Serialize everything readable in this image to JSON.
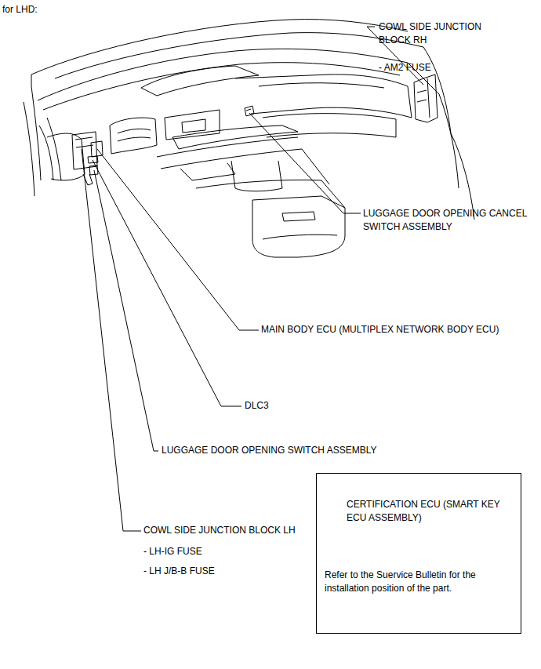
{
  "diagram": {
    "title": "for LHD:",
    "nodes": [
      {
        "text": [
          "CERTIFICATION ECU (SMART KEY ECU ASSEMBLY)",
          "Refer to the Suervice Bulletin for the installation position of the part."
        ]
      }
    ],
    "labels": [
      "COWL SIDE JUNCTION BLOCK RH",
      "- AM2 FUSE",
      "LUGGAGE DOOR OPENING CANCEL SWITCH ASSEMBLY",
      "MAIN BODY ECU (MULTIPLEX NETWORK BODY ECU)",
      "DLC3",
      "LUGGAGE DOOR OPENING SWITCH ASSEMBLY",
      "COWL SIDE JUNCTION BLOCK LH",
      "- LH-IG FUSE",
      "- LH J/B-B FUSE"
    ]
  }
}
